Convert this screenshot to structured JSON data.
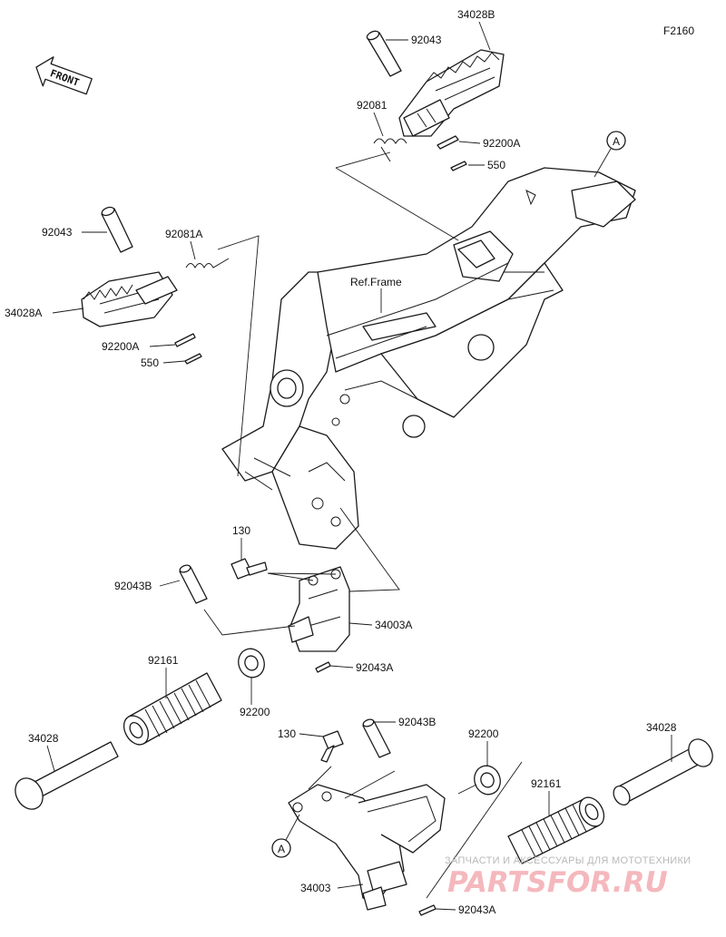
{
  "page_code": "F2160",
  "front_label": "FRONT",
  "frame_label": "Ref.Frame",
  "callouts": {
    "a_top": "A",
    "a_bottom": "A"
  },
  "labels": {
    "p34028B": "34028B",
    "p92043_top": "92043",
    "p92081": "92081",
    "p92200A_top": "92200A",
    "p550_top": "550",
    "p92043_left": "92043",
    "p92081A": "92081A",
    "p34028A": "34028A",
    "p92200A_left": "92200A",
    "p550_left": "550",
    "p130_upper": "130",
    "p92043B_upper": "92043B",
    "p34003A": "34003A",
    "p92043A_upper": "92043A",
    "p92161_left": "92161",
    "p92200_left": "92200",
    "p34028_left": "34028",
    "p130_lower": "130",
    "p92043B_lower": "92043B",
    "p92200_right": "92200",
    "p34028_right": "34028",
    "p92161_right": "92161",
    "p34003": "34003",
    "p92043A_lower": "92043A"
  },
  "watermark": {
    "subtitle": "ЗАПЧАСТИ И АКСЕССУАРЫ ДЛЯ МОТОТЕХНИКИ",
    "brand": "PARTSFOR.RU",
    "brand_color": "#f4b8bd"
  }
}
